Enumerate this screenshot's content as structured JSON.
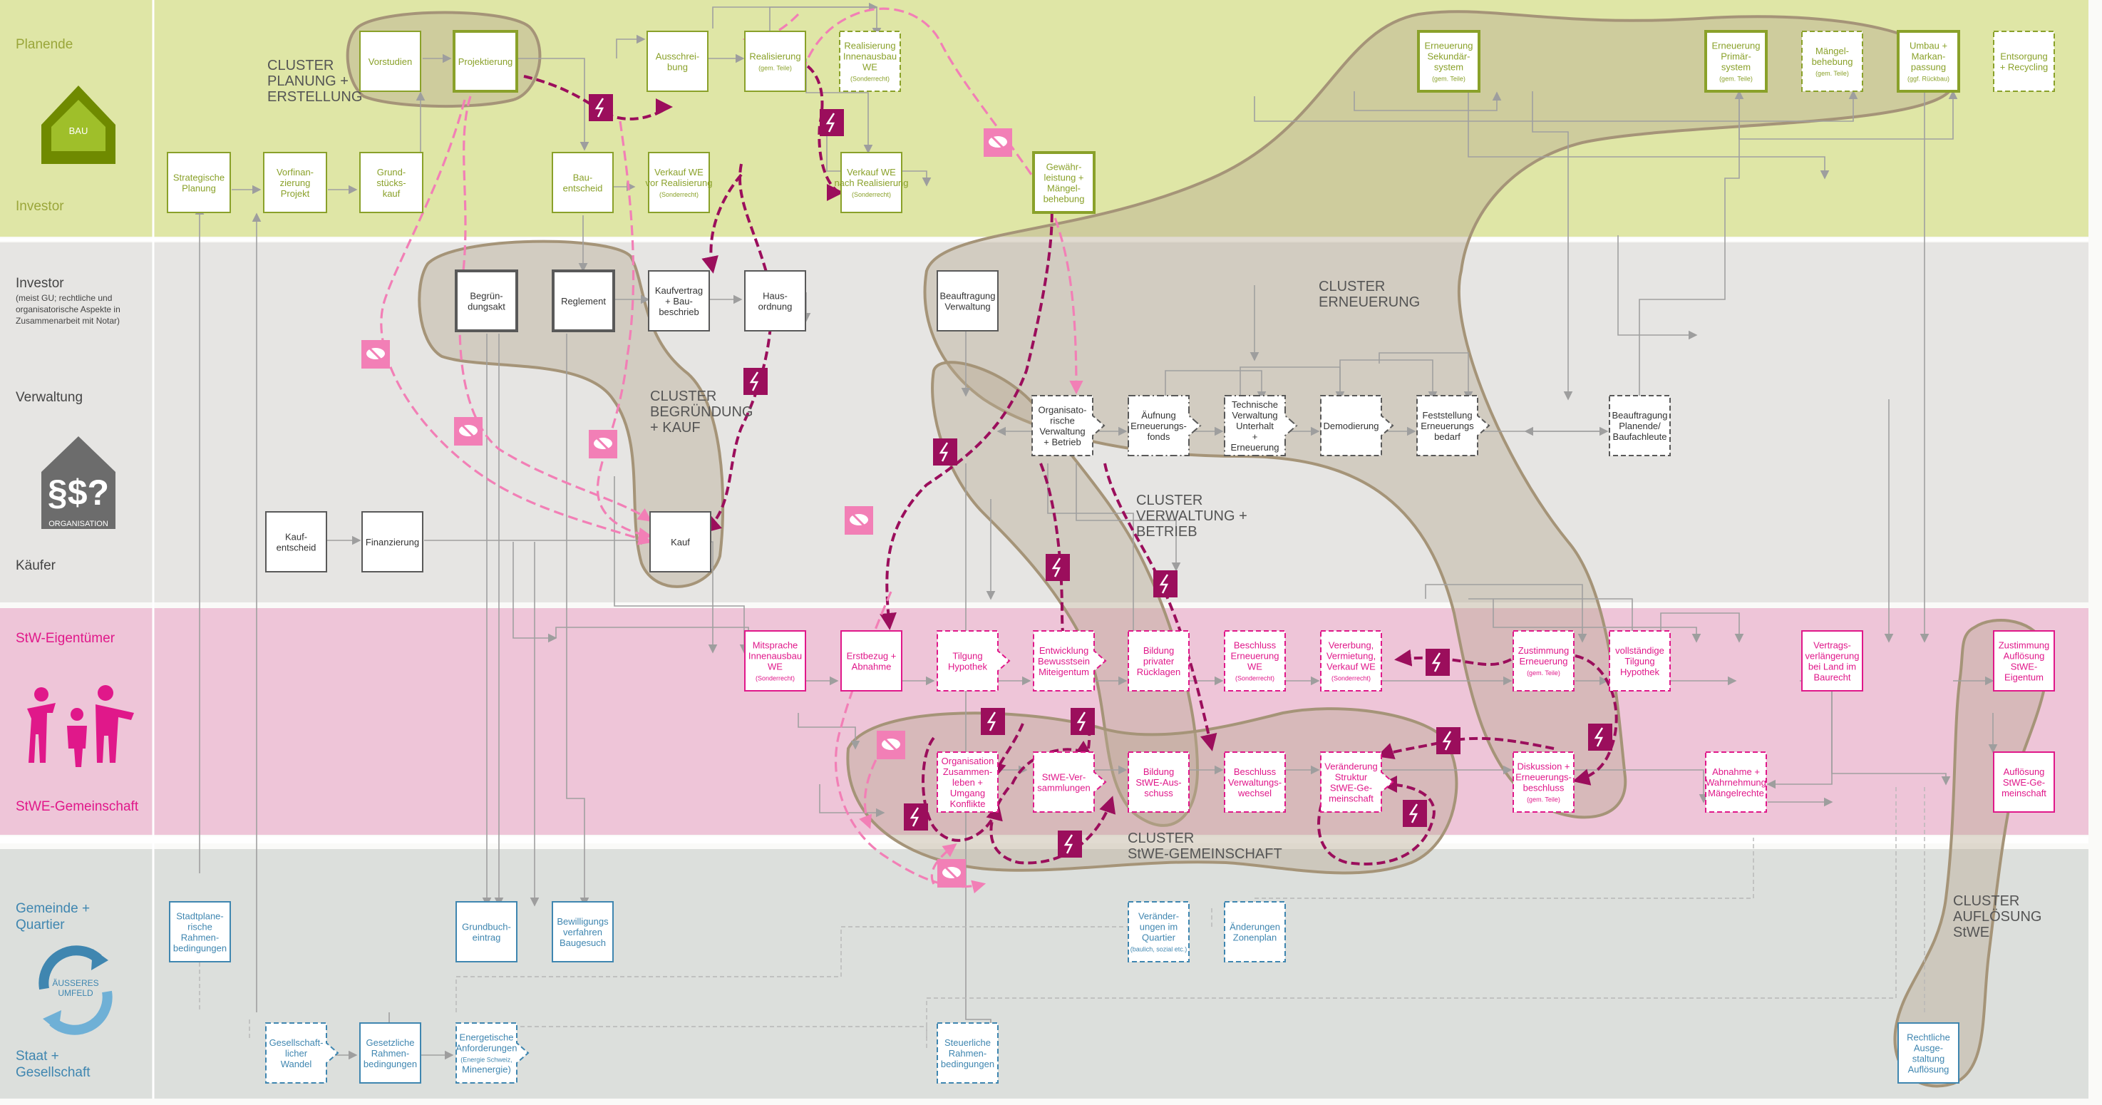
{
  "colors": {
    "green_band": "#dfe6a6",
    "grey_band": "#e6e5e3",
    "pink_band": "#eec5d8",
    "blue_band": "#dcdfdc",
    "green": "#8aa12a",
    "grey": "#595959",
    "pink": "#e0188a",
    "blue": "#3f86b0",
    "cluster": "#b8aa92",
    "conflict": "#9b0e5c",
    "comm": "#f27fb6"
  },
  "lanes": {
    "planende": "Planende",
    "investor": "Investor",
    "investor2": "Investor",
    "investor2_sub": [
      "(meist GU; rechtliche und",
      "organisatorische Aspekte in",
      "Zusammenarbeit mit Notar)"
    ],
    "verwaltung": "Verwaltung",
    "kaeufer": "Käufer",
    "stw_eigentuemer": "StW-Eigentümer",
    "stwe_gemeinschaft": "StWE-Gemeinschaft",
    "gemeinde": [
      "Gemeinde +",
      "Quartier"
    ],
    "staat": [
      "Staat +",
      "Gesellschaft"
    ]
  },
  "icons": {
    "bau": "BAU",
    "organisation": "ORGANISATION",
    "umfeld": [
      "ÄUSSERES",
      "UMFELD"
    ]
  },
  "clusters": {
    "planung": [
      "CLUSTER",
      "PLANUNG +",
      "ERSTELLUNG"
    ],
    "begruendung": [
      "CLUSTER",
      "BEGRÜNDUNG",
      "+ KAUF"
    ],
    "erneuerung": [
      "CLUSTER",
      "ERNEUERUNG"
    ],
    "verwaltung": [
      "CLUSTER",
      "VERWALTUNG +",
      "BETRIEB"
    ],
    "gemeinschaft": [
      "CLUSTER",
      "StWE-GEMEINSCHAFT"
    ],
    "aufloesung": [
      "CLUSTER",
      "AUFLÖSUNG",
      "StWE"
    ]
  },
  "nodes": {
    "vorstudien": [
      "Vorstudien"
    ],
    "projektierung": [
      "Projektierung"
    ],
    "ausschreibung": [
      "Ausschrei-",
      "bung"
    ],
    "realisierung": [
      "Realisierung",
      "(gem. Teile)"
    ],
    "realisierung_innen": [
      "Realisierung",
      "Innenausbau",
      "WE",
      "(Sonderrecht)"
    ],
    "strategische_planung": [
      "Strategische",
      "Planung"
    ],
    "vorfinanzierung": [
      "Vorfinan-",
      "zierung",
      "Projekt"
    ],
    "grundstueckskauf": [
      "Grund-",
      "stücks-",
      "kauf"
    ],
    "bauentscheid": [
      "Bau-",
      "entscheid"
    ],
    "verkauf_vor": [
      "Verkauf WE",
      "vor Realisierung",
      "(Sonderrecht)"
    ],
    "verkauf_nach": [
      "Verkauf WE",
      "nach Realisierung",
      "(Sonderrecht)"
    ],
    "gewaehrleistung": [
      "Gewähr-",
      "leistung +",
      "Mängel-",
      "behebung"
    ],
    "ern_sekundaer": [
      "Erneuerung",
      "Sekundär-",
      "system",
      "(gem. Teile)"
    ],
    "ern_primaer": [
      "Erneuerung",
      "Primär-",
      "system",
      "(gem. Teile)"
    ],
    "maengelbehebung": [
      "Mängel-",
      "behebung",
      "(gem. Teile)"
    ],
    "umbau": [
      "Umbau +",
      "Markan-",
      "passung",
      "(ggf. Rückbau)"
    ],
    "entsorgung": [
      "Entsorgung",
      "+ Recycling"
    ],
    "begruendungsakt": [
      "Begrün-",
      "dungsakt"
    ],
    "reglement": [
      "Reglement"
    ],
    "kaufvertrag": [
      "Kaufvertrag",
      "+ Bau-",
      "beschrieb"
    ],
    "hausordnung": [
      "Haus-",
      "ordnung"
    ],
    "beauftragung_verwaltung": [
      "Beauftragung",
      "Verwaltung"
    ],
    "org_verwaltung": [
      "Organisato-",
      "rische",
      "Verwaltung",
      "+ Betrieb"
    ],
    "aeufnung": [
      "Äufnung",
      "Erneuerungs-",
      "fonds"
    ],
    "technische_verwaltung": [
      "Technische",
      "Verwaltung",
      "Unterhalt",
      "+",
      "Erneuerung"
    ],
    "demodierung": [
      "Demodierung"
    ],
    "feststellung": [
      "Feststellung",
      "Erneuerungs",
      "bedarf"
    ],
    "beauftragung_planende": [
      "Beauftragung",
      "Planende/",
      "Baufachleute"
    ],
    "kaufentscheid": [
      "Kauf-",
      "entscheid"
    ],
    "finanzierung": [
      "Finanzierung"
    ],
    "kauf": [
      "Kauf"
    ],
    "mitsprache": [
      "Mitsprache",
      "Innenausbau",
      "WE",
      "(Sonderrecht)"
    ],
    "erstbezug": [
      "Erstbezug +",
      "Abnahme"
    ],
    "tilgung": [
      "Tilgung",
      "Hypothek"
    ],
    "bewusstsein": [
      "Entwicklung",
      "Bewusstsein",
      "Miteigentum"
    ],
    "ruecklagen": [
      "Bildung",
      "privater",
      "Rücklagen"
    ],
    "beschluss_ern_we": [
      "Beschluss",
      "Erneuerung",
      "WE",
      "(Sonderrecht)"
    ],
    "vererbung": [
      "Vererbung,",
      "Vermietung,",
      "Verkauf WE",
      "(Sonderrecht)"
    ],
    "zustimmung_ern": [
      "Zustimmung",
      "Erneuerung",
      "(gem. Teile)"
    ],
    "vollst_tilgung": [
      "vollständige",
      "Tilgung",
      "Hypothek"
    ],
    "vertragsverlaengerung": [
      "Vertrags-",
      "verlängerung",
      "bei Land im",
      "Baurecht"
    ],
    "zustimmung_aufl": [
      "Zustimmung",
      "Auflösung",
      "StWE-",
      "Eigentum"
    ],
    "zusammenleben": [
      "Organisation",
      "Zusammen-",
      "leben +",
      "Umgang",
      "Konflikte"
    ],
    "versammlungen": [
      "StWE-Ver-",
      "sammlungen"
    ],
    "ausschuss": [
      "Bildung",
      "StWE-Aus-",
      "schuss"
    ],
    "verwaltungswechsel": [
      "Beschluss",
      "Verwaltungs-",
      "wechsel"
    ],
    "struktur": [
      "Veränderung",
      "Struktur",
      "StWE-Ge-",
      "meinschaft"
    ],
    "diskussion": [
      "Diskussion +",
      "Erneuerungs-",
      "beschluss",
      "(gem. Teile)"
    ],
    "abnahme": [
      "Abnahme +",
      "Wahrnehmung",
      "Mängelrechte"
    ],
    "aufloesung_stwe": [
      "Auflösung",
      "StWE-Ge-",
      "meinschaft"
    ],
    "stadtplanerische": [
      "Stadtplane-",
      "rische",
      "Rahmen-",
      "bedingungen"
    ],
    "grundbuch": [
      "Grundbuch-",
      "eintrag"
    ],
    "bewilligung": [
      "Bewilligungs",
      "verfahren",
      "Baugesuch"
    ],
    "quartier": [
      "Veränder-",
      "ungen im",
      "Quartier",
      "(baulich, sozial etc.)"
    ],
    "zonenplan": [
      "Änderungen",
      "Zonenplan"
    ],
    "wandel": [
      "Gesellschaft-",
      "licher",
      "Wandel"
    ],
    "gesetzliche": [
      "Gesetzliche",
      "Rahmen-",
      "bedingungen"
    ],
    "energetische": [
      "Energetische",
      "Anforderungen",
      "(Energie Schweiz,",
      "Minenergie)"
    ],
    "steuerliche": [
      "Steuerliche",
      "Rahmen-",
      "bedingungen"
    ],
    "rechtliche": [
      "Rechtliche",
      "Ausge-",
      "staltung",
      "Auflösung"
    ]
  }
}
